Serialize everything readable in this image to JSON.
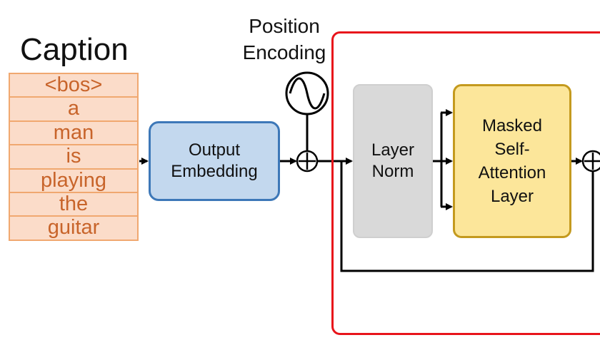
{
  "caption": {
    "title": "Caption",
    "tokens": [
      "<bos>",
      "a",
      "man",
      "is",
      "playing",
      "the",
      "guitar"
    ]
  },
  "position_encoding": {
    "label": "Position\nEncoding"
  },
  "output_embedding": {
    "label": "Output\nEmbedding"
  },
  "layer_norm": {
    "label": "Layer\nNorm"
  },
  "masked_attention": {
    "label": "Masked\nSelf-\nAttention\nLayer"
  },
  "colors": {
    "token_fill": "#fbdcc9",
    "token_border": "#f0a870",
    "token_text": "#c8642a",
    "embedding_fill": "#c3d8ee",
    "embedding_border": "#3d78b8",
    "norm_fill": "#d9d9d9",
    "attention_fill": "#fce69a",
    "attention_border": "#c49a1e",
    "decoder_frame": "#e8141b"
  }
}
